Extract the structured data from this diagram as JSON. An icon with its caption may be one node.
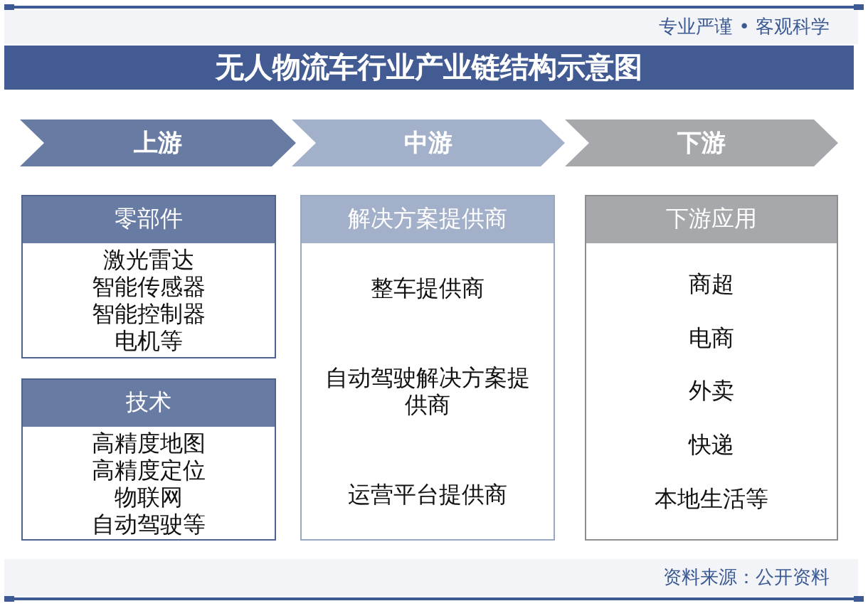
{
  "diagram": {
    "title": "无人物流车行业产业链结构示意图",
    "caption": "资料来源：公开资料",
    "nodes": [
      {
        "text": [
          "上游"
        ]
      },
      {
        "text": [
          "中游"
        ]
      },
      {
        "text": [
          "下游"
        ]
      },
      {
        "text": [
          "零部件",
          "激光雷达",
          "智能传感器",
          "智能控制器",
          "电机等"
        ]
      },
      {
        "text": [
          "技术",
          "高精度地图",
          "高精度定位",
          "物联网",
          "自动驾驶等"
        ]
      },
      {
        "text": [
          "解决方案提供商",
          "整车提供商",
          "自动驾驶解决方案提供商",
          "运营平台提供商"
        ]
      },
      {
        "text": [
          "下游应用",
          "商超",
          "电商",
          "外卖",
          "快递",
          "本地生活等"
        ]
      }
    ],
    "labels": [
      "专业严谨 • 客观科学"
    ]
  }
}
